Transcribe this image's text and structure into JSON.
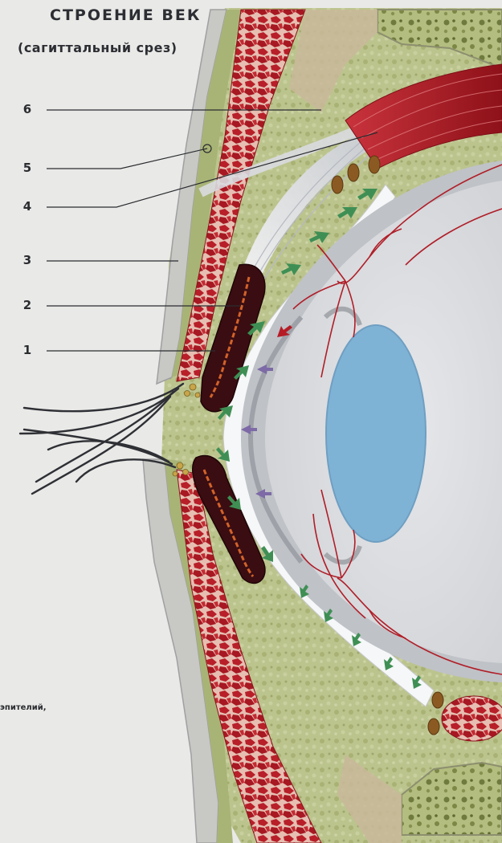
{
  "title": "СТРОЕНИЕ ВЕК",
  "subtitle": "(сагиттальный срез)",
  "labels": [
    "6",
    "5",
    "4",
    "3",
    "2",
    "1"
  ],
  "cut_text": "эпителий,",
  "colors": {
    "background": "#e9e9e7",
    "skin": "#c8c8c4",
    "fat": "#b9c28a",
    "muscle": "#b51c26",
    "tarsus_gland": "#3a0d12",
    "sclera": "#d3d5d8",
    "lens": "#7fb3d6",
    "arrow_green": "#3f8f55",
    "arrow_purple": "#7d6aa6",
    "leader_line": "#2a2c30"
  },
  "icons": [
    "eyelash-icon",
    "arrow-icon"
  ]
}
